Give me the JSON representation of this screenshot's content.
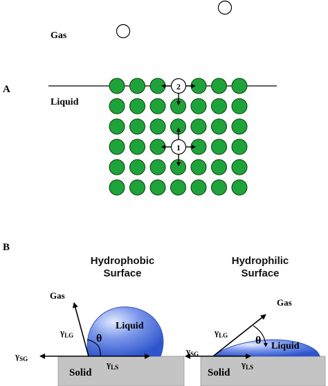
{
  "panel_a": {
    "label": "A",
    "gas_label": "Gas",
    "liquid_label": "Liquid",
    "molecule_grid": {
      "rows": 6,
      "cols": 7
    },
    "colors": {
      "molecule": "#1ea33a",
      "empty_molecule": "#ffffff",
      "line": "#000000"
    },
    "markers": [
      "1",
      "2"
    ]
  },
  "panel_b": {
    "label": "B",
    "left": {
      "title_line1": "Hydrophobic",
      "title_line2": "Surface",
      "gas": "Gas",
      "liquid": "Liquid",
      "solid": "Solid",
      "theta": "θ",
      "gamma_lg": "γLG",
      "gamma_sg": "γSG",
      "gamma_ls": "γLS"
    },
    "right": {
      "title_line1": "Hydrophilic",
      "title_line2": "Surface",
      "gas": "Gas",
      "liquid": "Liquid",
      "solid": "Solid",
      "theta": "θ",
      "gamma_lg": "γLG",
      "gamma_sg": "γSG",
      "gamma_ls": "γLS"
    },
    "colors": {
      "droplet": "#3d63d8",
      "droplet_light": "#b9c9f5",
      "solid": "#c4c4c4"
    }
  }
}
